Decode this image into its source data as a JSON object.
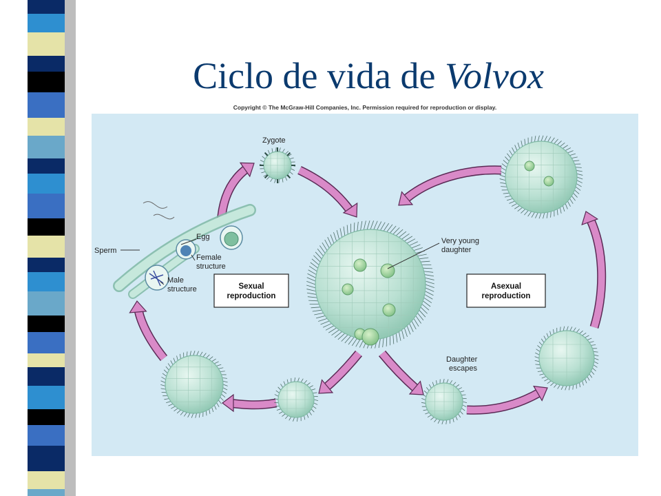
{
  "title": {
    "text": "Ciclo de vida de ",
    "italic": "Volvox"
  },
  "copyright": "Copyright © The McGraw-Hill Companies, Inc. Permission required for reproduction or display.",
  "labels": {
    "zygote": "Zygote",
    "egg": "Egg",
    "female_1": "Female",
    "female_2": "structure",
    "sperm": "Sperm",
    "male_1": "Male",
    "male_2": "structure",
    "very_young_1": "Very young",
    "very_young_2": "daughter",
    "daughter_escapes_1": "Daughter",
    "daughter_escapes_2": "escapes"
  },
  "boxes": {
    "sexual_1": "Sexual",
    "sexual_2": "reproduction",
    "asexual_1": "Asexual",
    "asexual_2": "reproduction"
  },
  "colors": {
    "panel": "#d3e9f4",
    "colony": "#b9e0d2",
    "colony_edge": "#7fb9a4",
    "arrow": "#d98ac8",
    "arrow_edge": "#5a2a55",
    "title": "#0b3a6e",
    "stripe_colors": [
      "#0a2a66",
      "#2e8fd0",
      "#e5e3a8",
      "#000000",
      "#3a6fc2",
      "#6aa8c9"
    ]
  }
}
